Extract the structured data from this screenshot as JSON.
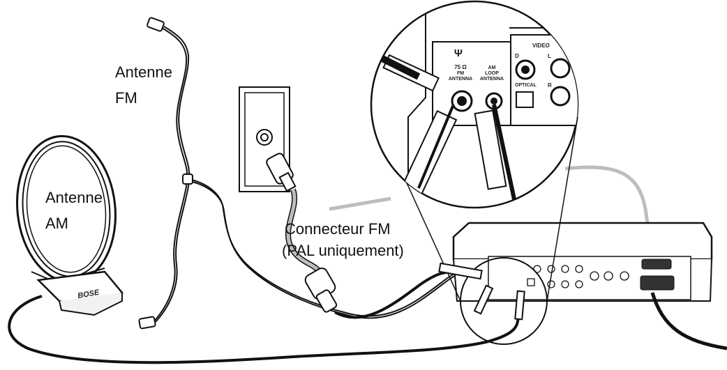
{
  "labels": {
    "fm_antenna_line1": "Antenne",
    "fm_antenna_line2": "FM",
    "am_antenna_line1": "Antenne",
    "am_antenna_line2": "AM",
    "fm_connector_line1": "Connecteur FM",
    "fm_connector_line2": "(PAL uniquement)"
  },
  "panel_zoom": {
    "fm_symbol": "Ψ",
    "fm_ohms": "75 Ω",
    "fm_text1": "FM",
    "fm_text2": "ANTENNA",
    "am_text1": "AM",
    "am_text2": "LOOP",
    "am_text3": "ANTENNA",
    "video_label": "VIDEO",
    "optical_label": "OPTICAL",
    "d_label": "D",
    "l_label": "L",
    "r_label": "R"
  },
  "am_antenna_logo": "BOSE",
  "colors": {
    "line": "#111111",
    "cable_gray": "#b9b9b9",
    "panel_fill": "#ffffff"
  }
}
